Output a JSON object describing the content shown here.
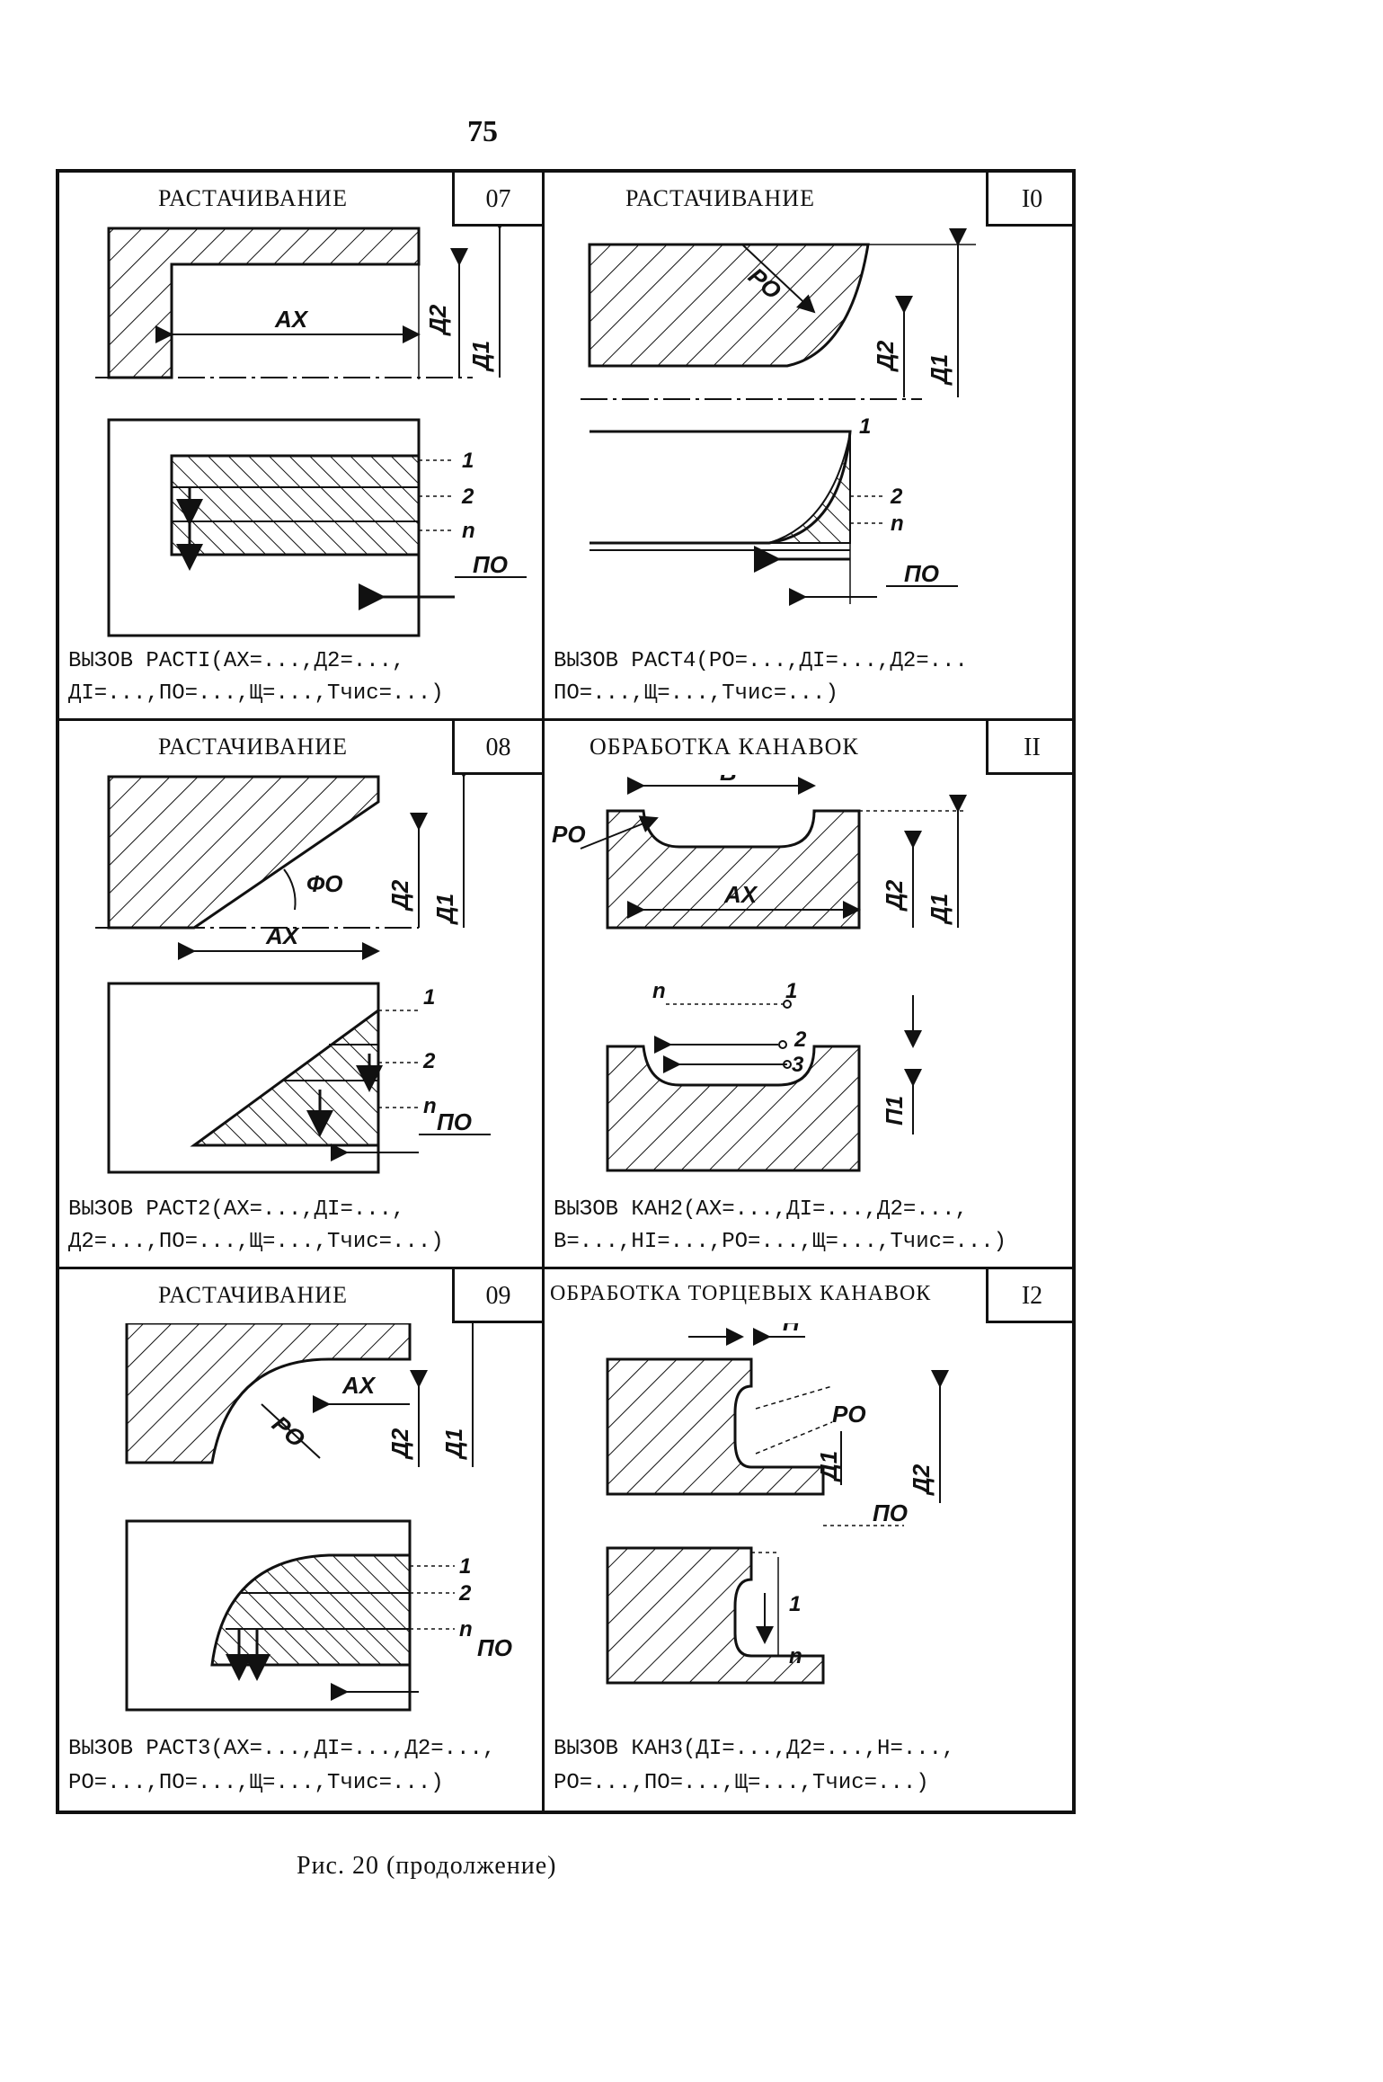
{
  "page_number": "75",
  "cells": [
    {
      "title": "РАСТАЧИВАНИЕ",
      "number": "07",
      "call_line1": "ВЫЗОВ РАСТI(АХ=...,Д2=...,",
      "call_line2": "ДI=...,ПО=...,Щ=...,Тчис=...)",
      "labels": {
        "ax": "АХ",
        "d2": "Д2",
        "d1": "Д1",
        "po": "ПО",
        "p1": "1",
        "p2": "2",
        "pn": "n"
      }
    },
    {
      "title": "РАСТАЧИВАНИЕ",
      "number": "I0",
      "call_line1": "ВЫЗОВ РАСТ4(РО=...,ДI=...,Д2=...",
      "call_line2": "ПО=...,Щ=...,Тчис=...)",
      "labels": {
        "ro": "РО",
        "d2": "Д2",
        "d1": "Д1",
        "po": "ПО",
        "p1": "1",
        "p2": "2",
        "pn": "n"
      }
    },
    {
      "title": "РАСТАЧИВАНИЕ",
      "number": "08",
      "call_line1": "ВЫЗОВ РАСТ2(АХ=...,ДI=...,",
      "call_line2": "Д2=...,ПО=...,Щ=...,Тчис=...)",
      "labels": {
        "fo": "ФО",
        "ax": "АХ",
        "d2": "Д2",
        "d1": "Д1",
        "po": "ПО",
        "p1": "1",
        "p2": "2",
        "pn": "n"
      }
    },
    {
      "title": "ОБРАБОТКА КАНАВОК",
      "number": "II",
      "call_line1": "ВЫЗОВ КАН2(АХ=...,ДI=...,Д2=...,",
      "call_line2": "В=...,НI=...,РО=...,Щ=...,Тчис=...)",
      "labels": {
        "b": "В",
        "ro": "РО",
        "ax": "АХ",
        "d2": "Д2",
        "d1": "Д1",
        "p1_dim": "П1",
        "p1": "1",
        "p2": "2",
        "p3": "3",
        "pn": "n"
      }
    },
    {
      "title": "РАСТАЧИВАНИЕ",
      "number": "09",
      "call_line1": "ВЫЗОВ РАСТ3(АХ=...,ДI=...,Д2=...,",
      "call_line2": "РО=...,ПО=...,Щ=...,Тчис=...)",
      "labels": {
        "ax": "АХ",
        "ro": "РО",
        "d2": "Д2",
        "d1": "Д1",
        "po": "ПО",
        "p1": "1",
        "p2": "2",
        "pn": "n"
      }
    },
    {
      "title": "ОБРАБОТКА ТОРЦЕВЫХ КАНАВОК",
      "number": "I2",
      "call_line1": "ВЫЗОВ КАН3(ДI=...,Д2=...,Н=...,",
      "call_line2": "РО=...,ПО=...,Щ=...,Тчис=...)",
      "labels": {
        "h": "Н",
        "ro": "РО",
        "d1": "Д1",
        "d2": "Д2",
        "po": "ПО",
        "p1": "1",
        "pn": "n"
      }
    }
  ],
  "caption": "Рис. 20 (продолжение)"
}
